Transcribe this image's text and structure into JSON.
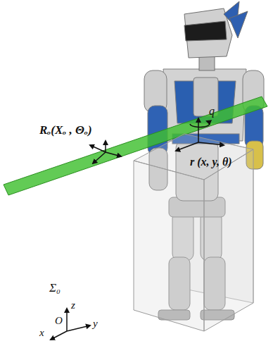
{
  "diagram": {
    "labels": [
      "Rₒ(Xₒ , Θₒ)",
      "q",
      "r (x, y, θ)",
      "Σ₀",
      "z",
      "x",
      "O",
      "y"
    ]
  }
}
